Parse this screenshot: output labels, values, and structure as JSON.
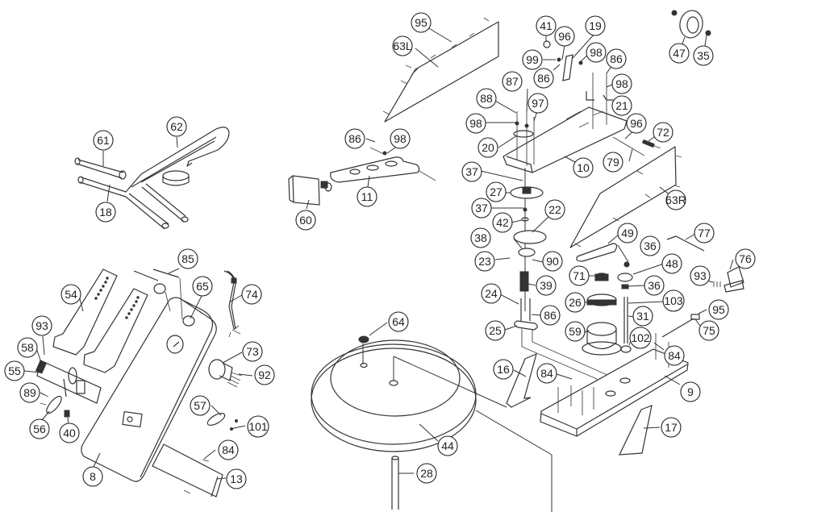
{
  "diagram": {
    "type": "exploded parts diagram",
    "callouts": [
      {
        "id": "c61",
        "label": "61"
      },
      {
        "id": "c62",
        "label": "62"
      },
      {
        "id": "c18",
        "label": "18"
      },
      {
        "id": "c85",
        "label": "85"
      },
      {
        "id": "c65",
        "label": "65"
      },
      {
        "id": "c74",
        "label": "74"
      },
      {
        "id": "c54",
        "label": "54"
      },
      {
        "id": "c93a",
        "label": "93"
      },
      {
        "id": "c58",
        "label": "58"
      },
      {
        "id": "c55",
        "label": "55"
      },
      {
        "id": "c89",
        "label": "89"
      },
      {
        "id": "c56",
        "label": "56"
      },
      {
        "id": "c40",
        "label": "40"
      },
      {
        "id": "c73",
        "label": "73"
      },
      {
        "id": "c92",
        "label": "92"
      },
      {
        "id": "c57",
        "label": "57"
      },
      {
        "id": "c101",
        "label": "101"
      },
      {
        "id": "c84a",
        "label": "84"
      },
      {
        "id": "c8",
        "label": "8"
      },
      {
        "id": "c13",
        "label": "13"
      },
      {
        "id": "c95a",
        "label": "95"
      },
      {
        "id": "c63L",
        "label": "63L"
      },
      {
        "id": "c86a",
        "label": "86"
      },
      {
        "id": "c98a",
        "label": "98"
      },
      {
        "id": "c11",
        "label": "11"
      },
      {
        "id": "c60",
        "label": "60"
      },
      {
        "id": "c41",
        "label": "41"
      },
      {
        "id": "c96a",
        "label": "96"
      },
      {
        "id": "c19",
        "label": "19"
      },
      {
        "id": "c99",
        "label": "99"
      },
      {
        "id": "c98b",
        "label": "98"
      },
      {
        "id": "c86b",
        "label": "86"
      },
      {
        "id": "c86c",
        "label": "86"
      },
      {
        "id": "c98c",
        "label": "98"
      },
      {
        "id": "c21",
        "label": "21"
      },
      {
        "id": "c87",
        "label": "87"
      },
      {
        "id": "c88",
        "label": "88"
      },
      {
        "id": "c97",
        "label": "97"
      },
      {
        "id": "c98d",
        "label": "98"
      },
      {
        "id": "c20",
        "label": "20"
      },
      {
        "id": "c10",
        "label": "10"
      },
      {
        "id": "c96b",
        "label": "96"
      },
      {
        "id": "c72",
        "label": "72"
      },
      {
        "id": "c79",
        "label": "79"
      },
      {
        "id": "c47",
        "label": "47"
      },
      {
        "id": "c35",
        "label": "35"
      },
      {
        "id": "c63R",
        "label": "63R"
      },
      {
        "id": "c37a",
        "label": "37"
      },
      {
        "id": "c27",
        "label": "27"
      },
      {
        "id": "c37b",
        "label": "37"
      },
      {
        "id": "c42",
        "label": "42"
      },
      {
        "id": "c22",
        "label": "22"
      },
      {
        "id": "c38",
        "label": "38"
      },
      {
        "id": "c23",
        "label": "23"
      },
      {
        "id": "c90",
        "label": "90"
      },
      {
        "id": "c39",
        "label": "39"
      },
      {
        "id": "c24",
        "label": "24"
      },
      {
        "id": "c86d",
        "label": "86"
      },
      {
        "id": "c25",
        "label": "25"
      },
      {
        "id": "c49",
        "label": "49"
      },
      {
        "id": "c77",
        "label": "77"
      },
      {
        "id": "c36a",
        "label": "36"
      },
      {
        "id": "c48",
        "label": "48"
      },
      {
        "id": "c71",
        "label": "71"
      },
      {
        "id": "c36b",
        "label": "36"
      },
      {
        "id": "c26",
        "label": "26"
      },
      {
        "id": "c103",
        "label": "103"
      },
      {
        "id": "c31",
        "label": "31"
      },
      {
        "id": "c59",
        "label": "59"
      },
      {
        "id": "c102",
        "label": "102"
      },
      {
        "id": "c76",
        "label": "76"
      },
      {
        "id": "c93b",
        "label": "93"
      },
      {
        "id": "c95b",
        "label": "95"
      },
      {
        "id": "c75",
        "label": "75"
      },
      {
        "id": "c84b",
        "label": "84"
      },
      {
        "id": "c84c",
        "label": "84"
      },
      {
        "id": "c9",
        "label": "9"
      },
      {
        "id": "c16",
        "label": "16"
      },
      {
        "id": "c17",
        "label": "17"
      },
      {
        "id": "c64",
        "label": "64"
      },
      {
        "id": "c44",
        "label": "44"
      },
      {
        "id": "c28",
        "label": "28"
      }
    ]
  }
}
